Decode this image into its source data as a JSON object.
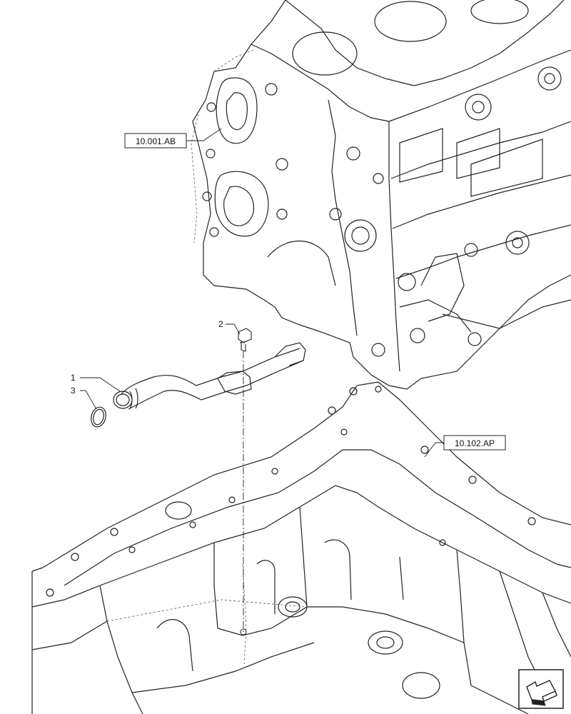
{
  "diagram": {
    "callouts": [
      {
        "id": "1",
        "text": "1"
      },
      {
        "id": "2",
        "text": "2"
      },
      {
        "id": "3",
        "text": "3"
      }
    ],
    "references": [
      {
        "id": "block",
        "text": "10.001.AB"
      },
      {
        "id": "oilpan",
        "text": "10.102.AP"
      }
    ],
    "nav_icon": "next-page-arrow-icon",
    "colors": {
      "line": "#222222",
      "hidden": "#555555",
      "icon_fill": "#ffffff"
    }
  }
}
